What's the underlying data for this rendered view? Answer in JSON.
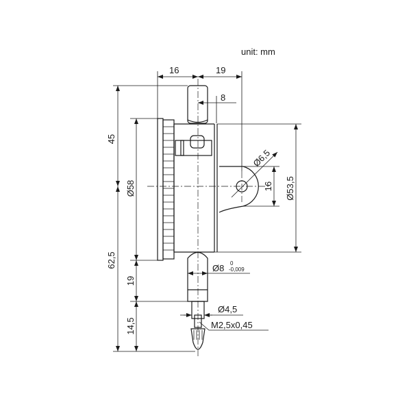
{
  "unit_label": "unit: mm",
  "dimensions": {
    "top_left_width": "16",
    "top_right_width": "19",
    "stem_offset": "8",
    "upper_height": "45",
    "lower_height": "62,5",
    "dial_diameter": "Ø58",
    "back_diameter": "Ø53,5",
    "lug_height": "16",
    "lug_hole": "Ø6,5",
    "stem_length": "19",
    "tip_length": "14,5",
    "stem_diameter": "Ø8",
    "stem_tol_upper": "0",
    "stem_tol_lower": "-0,009",
    "tip_diameter": "Ø4,5",
    "thread": "M2,5x0,45"
  }
}
